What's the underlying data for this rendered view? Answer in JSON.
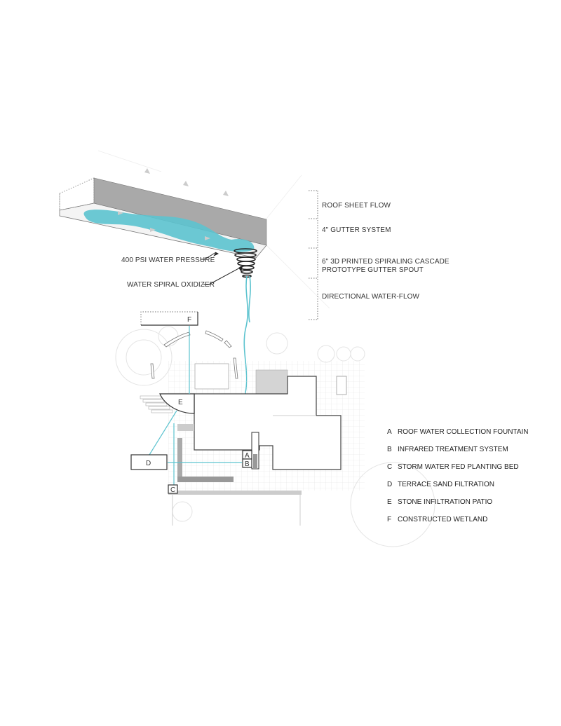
{
  "colors": {
    "water": "#5cc3cf",
    "wall": "#a9a9a9",
    "line": "#333333",
    "faint": "#d6d6d6"
  },
  "callouts": {
    "pressure": "400 PSI WATER PRESSURE",
    "oxidizer": "WATER SPIRAL OXIDIZER"
  },
  "section_legend": [
    {
      "label": "ROOF SHEET FLOW"
    },
    {
      "label": "4\" GUTTER SYSTEM"
    },
    {
      "label": "6\" 3D PRINTED SPIRALING CASCADE",
      "label2": "PROTOTYPE GUTTER SPOUT"
    },
    {
      "label": "DIRECTIONAL WATER-FLOW"
    }
  ],
  "plan_tags": {
    "A": "A",
    "B": "B",
    "C": "C",
    "D": "D",
    "E": "E",
    "F": "F"
  },
  "plan_legend": [
    {
      "letter": "A",
      "label": "ROOF WATER COLLECTION FOUNTAIN"
    },
    {
      "letter": "B",
      "label": "INFRARED TREATMENT SYSTEM"
    },
    {
      "letter": "C",
      "label": "STORM WATER FED PLANTING BED"
    },
    {
      "letter": "D",
      "label": "TERRACE SAND FILTRATION"
    },
    {
      "letter": "E",
      "label": "STONE INFILTRATION PATIO"
    },
    {
      "letter": "F",
      "label": "CONSTRUCTED WETLAND"
    }
  ]
}
